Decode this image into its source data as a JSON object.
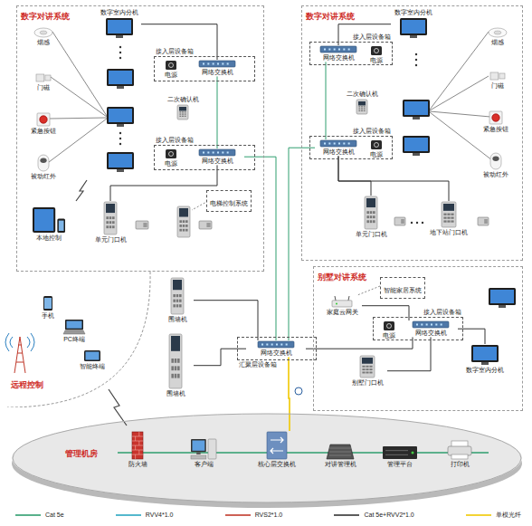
{
  "diagram": {
    "nodes": [
      {
        "text": [
          "数字对讲系统"
        ]
      },
      {
        "text": [
          "数字室内分机"
        ],
        "in": 0
      },
      {
        "text": [
          "接入层设备箱"
        ],
        "in": 0
      },
      {
        "text": [
          "电源"
        ],
        "in": 2
      },
      {
        "text": [
          "网络交换机"
        ],
        "in": 2
      },
      {
        "text": [
          "烟感"
        ],
        "in": 0
      },
      {
        "text": [
          "门磁"
        ],
        "in": 0
      },
      {
        "text": [
          "紧急按钮"
        ],
        "in": 0
      },
      {
        "text": [
          "被动红外"
        ],
        "in": 0
      },
      {
        "text": [
          "二次确认机"
        ],
        "in": 0
      },
      {
        "text": [
          "接入层设备箱"
        ],
        "in": 0
      },
      {
        "text": [
          "电源"
        ],
        "in": 10
      },
      {
        "text": [
          "网络交换机"
        ],
        "in": 10
      },
      {
        "text": [
          "电梯控制系统"
        ],
        "in": 0
      },
      {
        "text": [
          "本地控制"
        ],
        "in": 0
      },
      {
        "text": [
          "单元门口机"
        ],
        "in": 0
      },
      {
        "text": [
          "数字对讲系统"
        ]
      },
      {
        "text": [
          "数字室内分机"
        ],
        "in": 16
      },
      {
        "text": [
          "接入层设备箱"
        ],
        "in": 16
      },
      {
        "text": [
          "网络交换机"
        ],
        "in": 18
      },
      {
        "text": [
          "电源"
        ],
        "in": 18
      },
      {
        "text": [
          "烟感"
        ],
        "in": 16
      },
      {
        "text": [
          "门磁"
        ],
        "in": 16
      },
      {
        "text": [
          "紧急按钮"
        ],
        "in": 16
      },
      {
        "text": [
          "被动红外"
        ],
        "in": 16
      },
      {
        "text": [
          "二次确认机"
        ],
        "in": 16
      },
      {
        "text": [
          "接入层设备箱"
        ],
        "in": 16
      },
      {
        "text": [
          "网络交换机"
        ],
        "in": 26
      },
      {
        "text": [
          "电源"
        ],
        "in": 26
      },
      {
        "text": [
          "单元门口机"
        ],
        "in": 16
      },
      {
        "text": [
          "地下站门口机"
        ],
        "in": 16
      },
      {
        "text": [
          "别墅对讲系统"
        ]
      },
      {
        "text": [
          "智能家居系统"
        ],
        "in": 31
      },
      {
        "text": [
          "家庭云网关"
        ],
        "in": 31
      },
      {
        "text": [
          "接入层设备箱"
        ],
        "in": 31
      },
      {
        "text": [
          "电源"
        ],
        "in": 34
      },
      {
        "text": [
          "网络交换机"
        ],
        "in": 34
      },
      {
        "text": [
          "别墅门口机"
        ],
        "in": 31
      },
      {
        "text": [
          "数字室内分机"
        ],
        "in": 31
      },
      {
        "text": [
          "远程控制"
        ]
      },
      {
        "text": [
          "手机"
        ],
        "in": 39
      },
      {
        "text": [
          "PC终端"
        ],
        "in": 39
      },
      {
        "text": [
          "智能终端"
        ],
        "in": 39
      },
      {
        "text": [
          "围墙机"
        ]
      },
      {
        "text": [
          "围墙机"
        ]
      },
      {
        "text": [
          "汇聚层设备箱"
        ]
      },
      {
        "text": [
          "网络交换机"
        ],
        "in": 45
      },
      {
        "text": [
          "管理机房"
        ]
      },
      {
        "text": [
          "防火墙"
        ],
        "in": 47
      },
      {
        "text": [
          "客户端"
        ],
        "in": 47
      },
      {
        "text": [
          "核心层交换机"
        ],
        "in": 47
      },
      {
        "text": [
          "对讲管理机"
        ],
        "in": 47
      },
      {
        "text": [
          "管理平台"
        ],
        "in": 47
      },
      {
        "text": [
          "打印机"
        ],
        "in": 47
      }
    ],
    "edges": [
      {
        "from": 12,
        "to": 46,
        "arrow": "none"
      },
      {
        "from": 27,
        "to": 46,
        "arrow": "none"
      },
      {
        "from": 36,
        "to": 46,
        "arrow": "none"
      },
      {
        "from": 43,
        "to": 46,
        "arrow": "none"
      },
      {
        "from": 44,
        "to": 46,
        "arrow": "none"
      },
      {
        "from": 46,
        "to": 50,
        "arrow": "none"
      },
      {
        "from": 4,
        "to": 12,
        "arrow": "none"
      },
      {
        "from": 19,
        "to": 27,
        "arrow": "none"
      },
      {
        "from": 12,
        "to": 15,
        "arrow": "none"
      },
      {
        "from": 27,
        "to": 29,
        "arrow": "none"
      },
      {
        "from": 27,
        "to": 30,
        "arrow": "none"
      },
      {
        "from": 33,
        "to": 36,
        "arrow": "none"
      },
      {
        "from": 36,
        "to": 37,
        "arrow": "none"
      },
      {
        "from": 36,
        "to": 38,
        "arrow": "none"
      },
      {
        "from": 1,
        "to": 4,
        "arrow": "none"
      },
      {
        "from": 17,
        "to": 19,
        "arrow": "none"
      }
    ],
    "legend": [
      {
        "text": "Cat 5e"
      },
      {
        "text": "RVV4*1.0"
      },
      {
        "text": "RVS2*1.0"
      },
      {
        "text": "Cat 5e+RVV2*1.0"
      },
      {
        "text": "单模光纤"
      }
    ]
  }
}
